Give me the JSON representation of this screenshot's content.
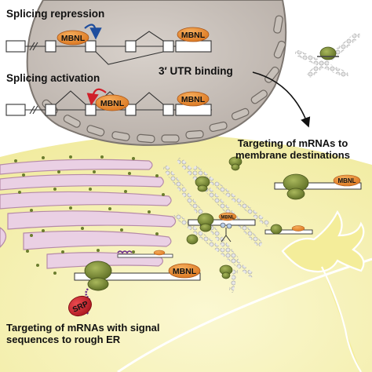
{
  "labels": {
    "splicing_repression": "Splicing repression",
    "splicing_activation": "Splicing activation",
    "utr_binding": "3′ UTR binding",
    "membrane_targeting_line1": "Targeting of mRNAs to",
    "membrane_targeting_line2": "membrane destinations",
    "er_targeting_line1": "Targeting of mRNAs with signal",
    "er_targeting_line2": "sequences to rough ER"
  },
  "protein_labels": {
    "mbnl": "MBNL",
    "srp": "SRP"
  },
  "colors": {
    "nucleus": "#c9c1ba",
    "nuclear_envelope": "#8e8782",
    "cytoplasm": "#f7f3b5",
    "er": "#e6c9df",
    "ribosome": "#7c8e3a",
    "mbnl": "#e98b2c",
    "srp": "#d0202a",
    "arrow_blue": "#1f4e9e",
    "arrow_red": "#d0202a"
  }
}
